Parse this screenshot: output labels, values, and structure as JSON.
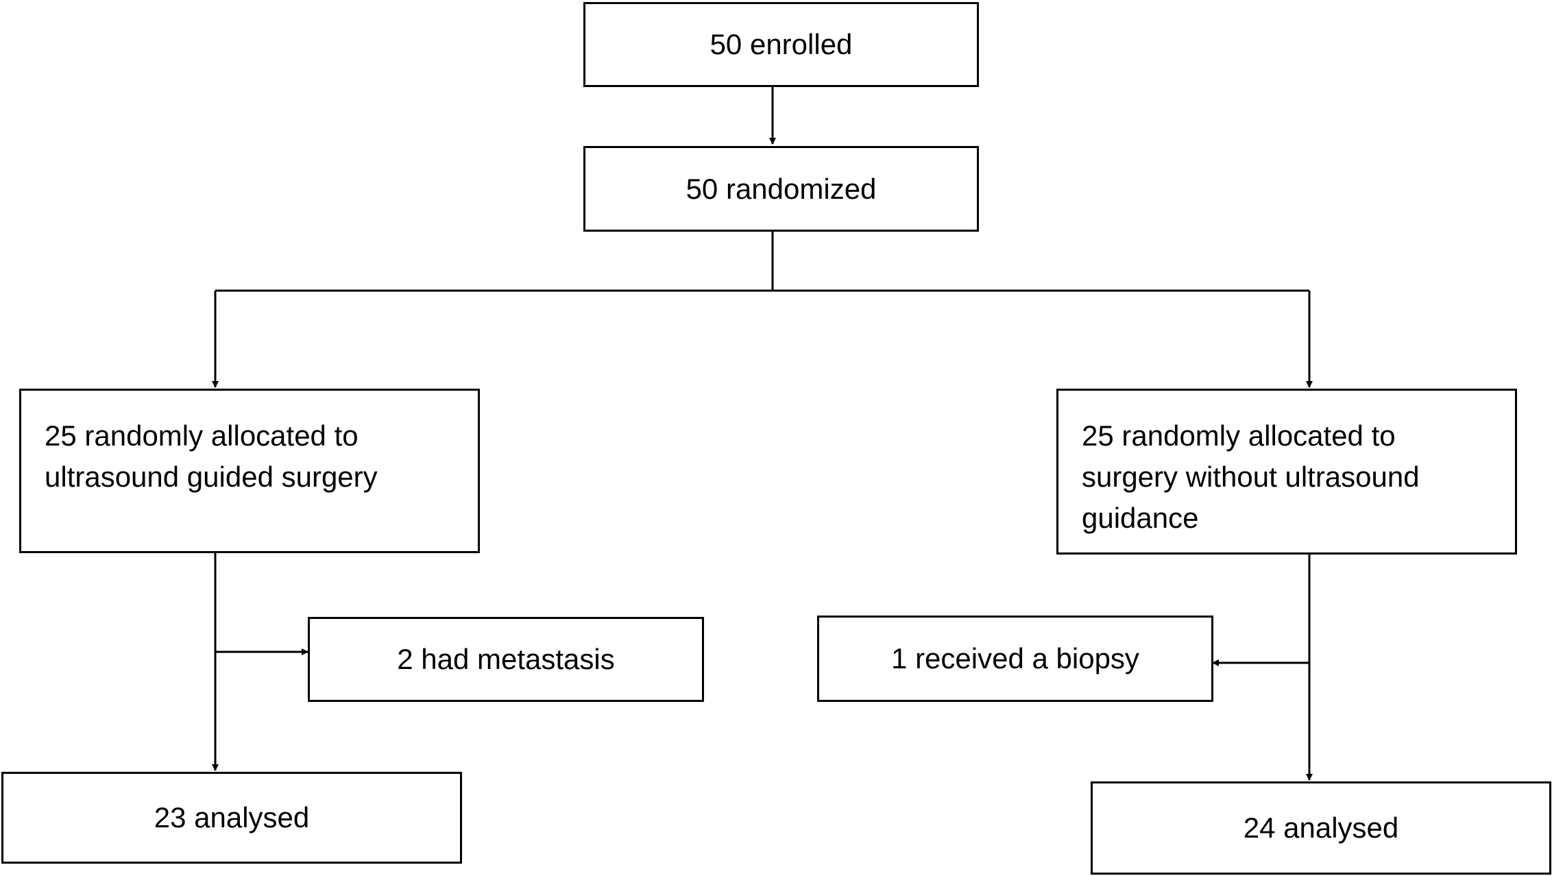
{
  "flowchart": {
    "enrolled": "50 enrolled",
    "randomized": "50 randomized",
    "arm_ultrasound": {
      "lines": [
        "25 randomly allocated to",
        "ultrasound guided surgery"
      ],
      "excluded": "2 had metastasis",
      "analysed": "23 analysed"
    },
    "arm_no_ultrasound": {
      "lines": [
        "25 randomly allocated to",
        "surgery without ultrasound",
        "guidance"
      ],
      "excluded": "1 received a biopsy",
      "analysed": "24 analysed"
    }
  },
  "colors": {
    "stroke": "#000000",
    "background": "#ffffff"
  }
}
